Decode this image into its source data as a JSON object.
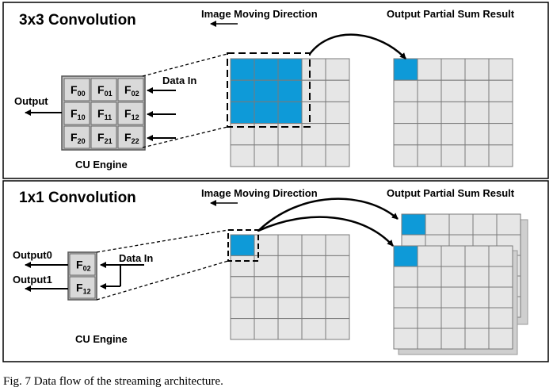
{
  "panel_3x3": {
    "title": "3x3 Convolution",
    "direction_label": "Image Moving Direction",
    "result_label": "Output Partial Sum Result",
    "data_in_label": "Data In",
    "output_label": "Output",
    "engine_label": "CU Engine",
    "filters": [
      [
        {
          "main": "F",
          "sub": "00"
        },
        {
          "main": "F",
          "sub": "01"
        },
        {
          "main": "F",
          "sub": "02"
        }
      ],
      [
        {
          "main": "F",
          "sub": "10"
        },
        {
          "main": "F",
          "sub": "11"
        },
        {
          "main": "F",
          "sub": "12"
        }
      ],
      [
        {
          "main": "F",
          "sub": "20"
        },
        {
          "main": "F",
          "sub": "21"
        },
        {
          "main": "F",
          "sub": "22"
        }
      ]
    ]
  },
  "panel_1x1": {
    "title": "1x1 Convolution",
    "direction_label": "Image Moving Direction",
    "result_label": "Output Partial Sum Result",
    "data_in_label": "Data In",
    "output0_label": "Output0",
    "output1_label": "Output1",
    "engine_label": "CU Engine",
    "filters": [
      {
        "main": "F",
        "sub": "02"
      },
      {
        "main": "F",
        "sub": "12"
      }
    ]
  },
  "caption": "Fig. 7 Data flow of the streaming architecture.",
  "colors": {
    "highlight": "#0e9ad8",
    "grid_cell": "#e6e6e6",
    "filter_cell": "#d9d9d9",
    "border": "#555555"
  }
}
